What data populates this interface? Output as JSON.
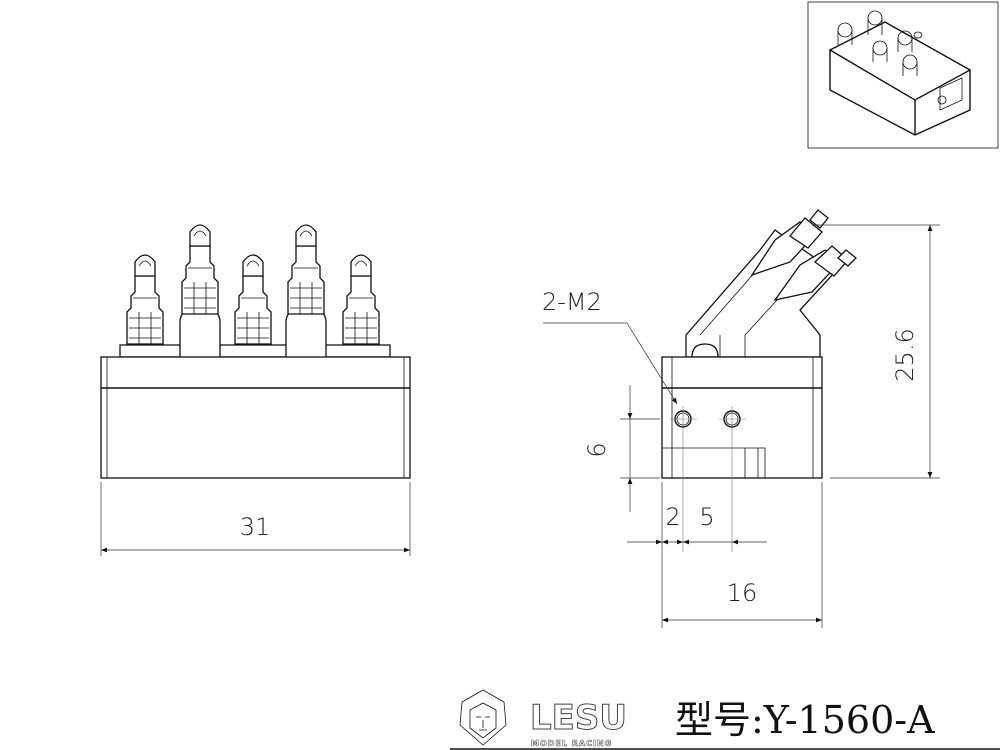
{
  "drawing": {
    "front_view": {
      "width_dim": "31"
    },
    "side_view": {
      "height_dim": "25.6",
      "hole_label": "2-M2",
      "hole_height_dim": "6",
      "hole_offset_dim": "2",
      "hole_pitch_dim": "5",
      "width_dim": "16"
    }
  },
  "footer": {
    "brand": "LESU",
    "brand_sub": "MODEL RACING",
    "model_label": "型号:Y-1560-A"
  }
}
